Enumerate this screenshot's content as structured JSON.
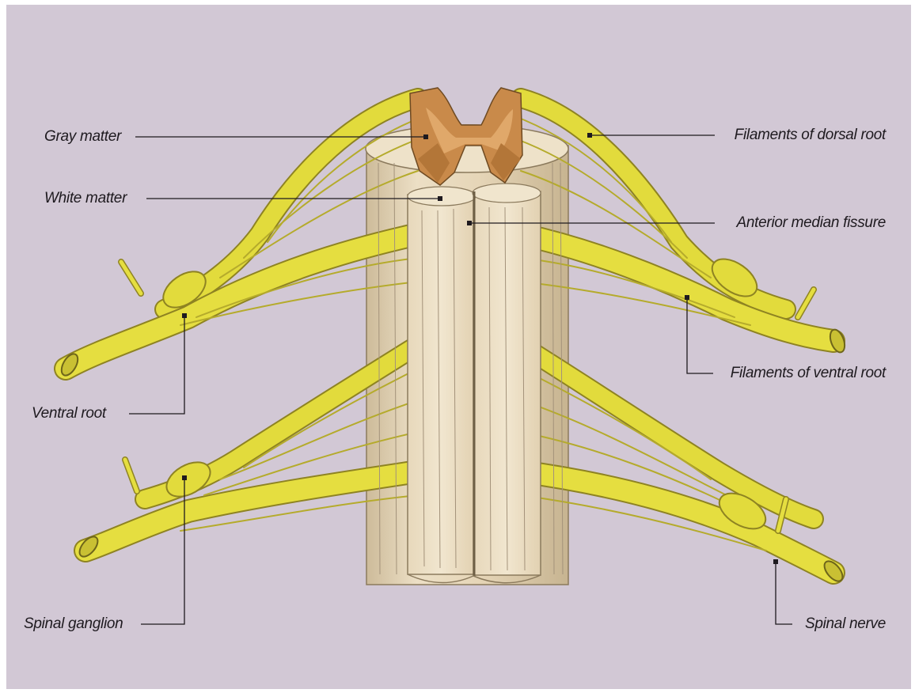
{
  "diagram": {
    "labels": {
      "gray_matter": "Gray matter",
      "white_matter": "White matter",
      "ventral_root": "Ventral root",
      "spinal_ganglion": "Spinal ganglion",
      "filaments_dorsal_root": "Filaments of dorsal root",
      "anterior_median_fissure": "Anterior median fissure",
      "filaments_ventral_root": "Filaments of ventral root",
      "spinal_nerve": "Spinal nerve"
    },
    "colors": {
      "background": "#d2c8d5",
      "nerve": "#e3dc3e",
      "cord": "#e9dbc0",
      "gray_matter": "#c98a4a",
      "leader_line": "#1e1a1f"
    }
  }
}
